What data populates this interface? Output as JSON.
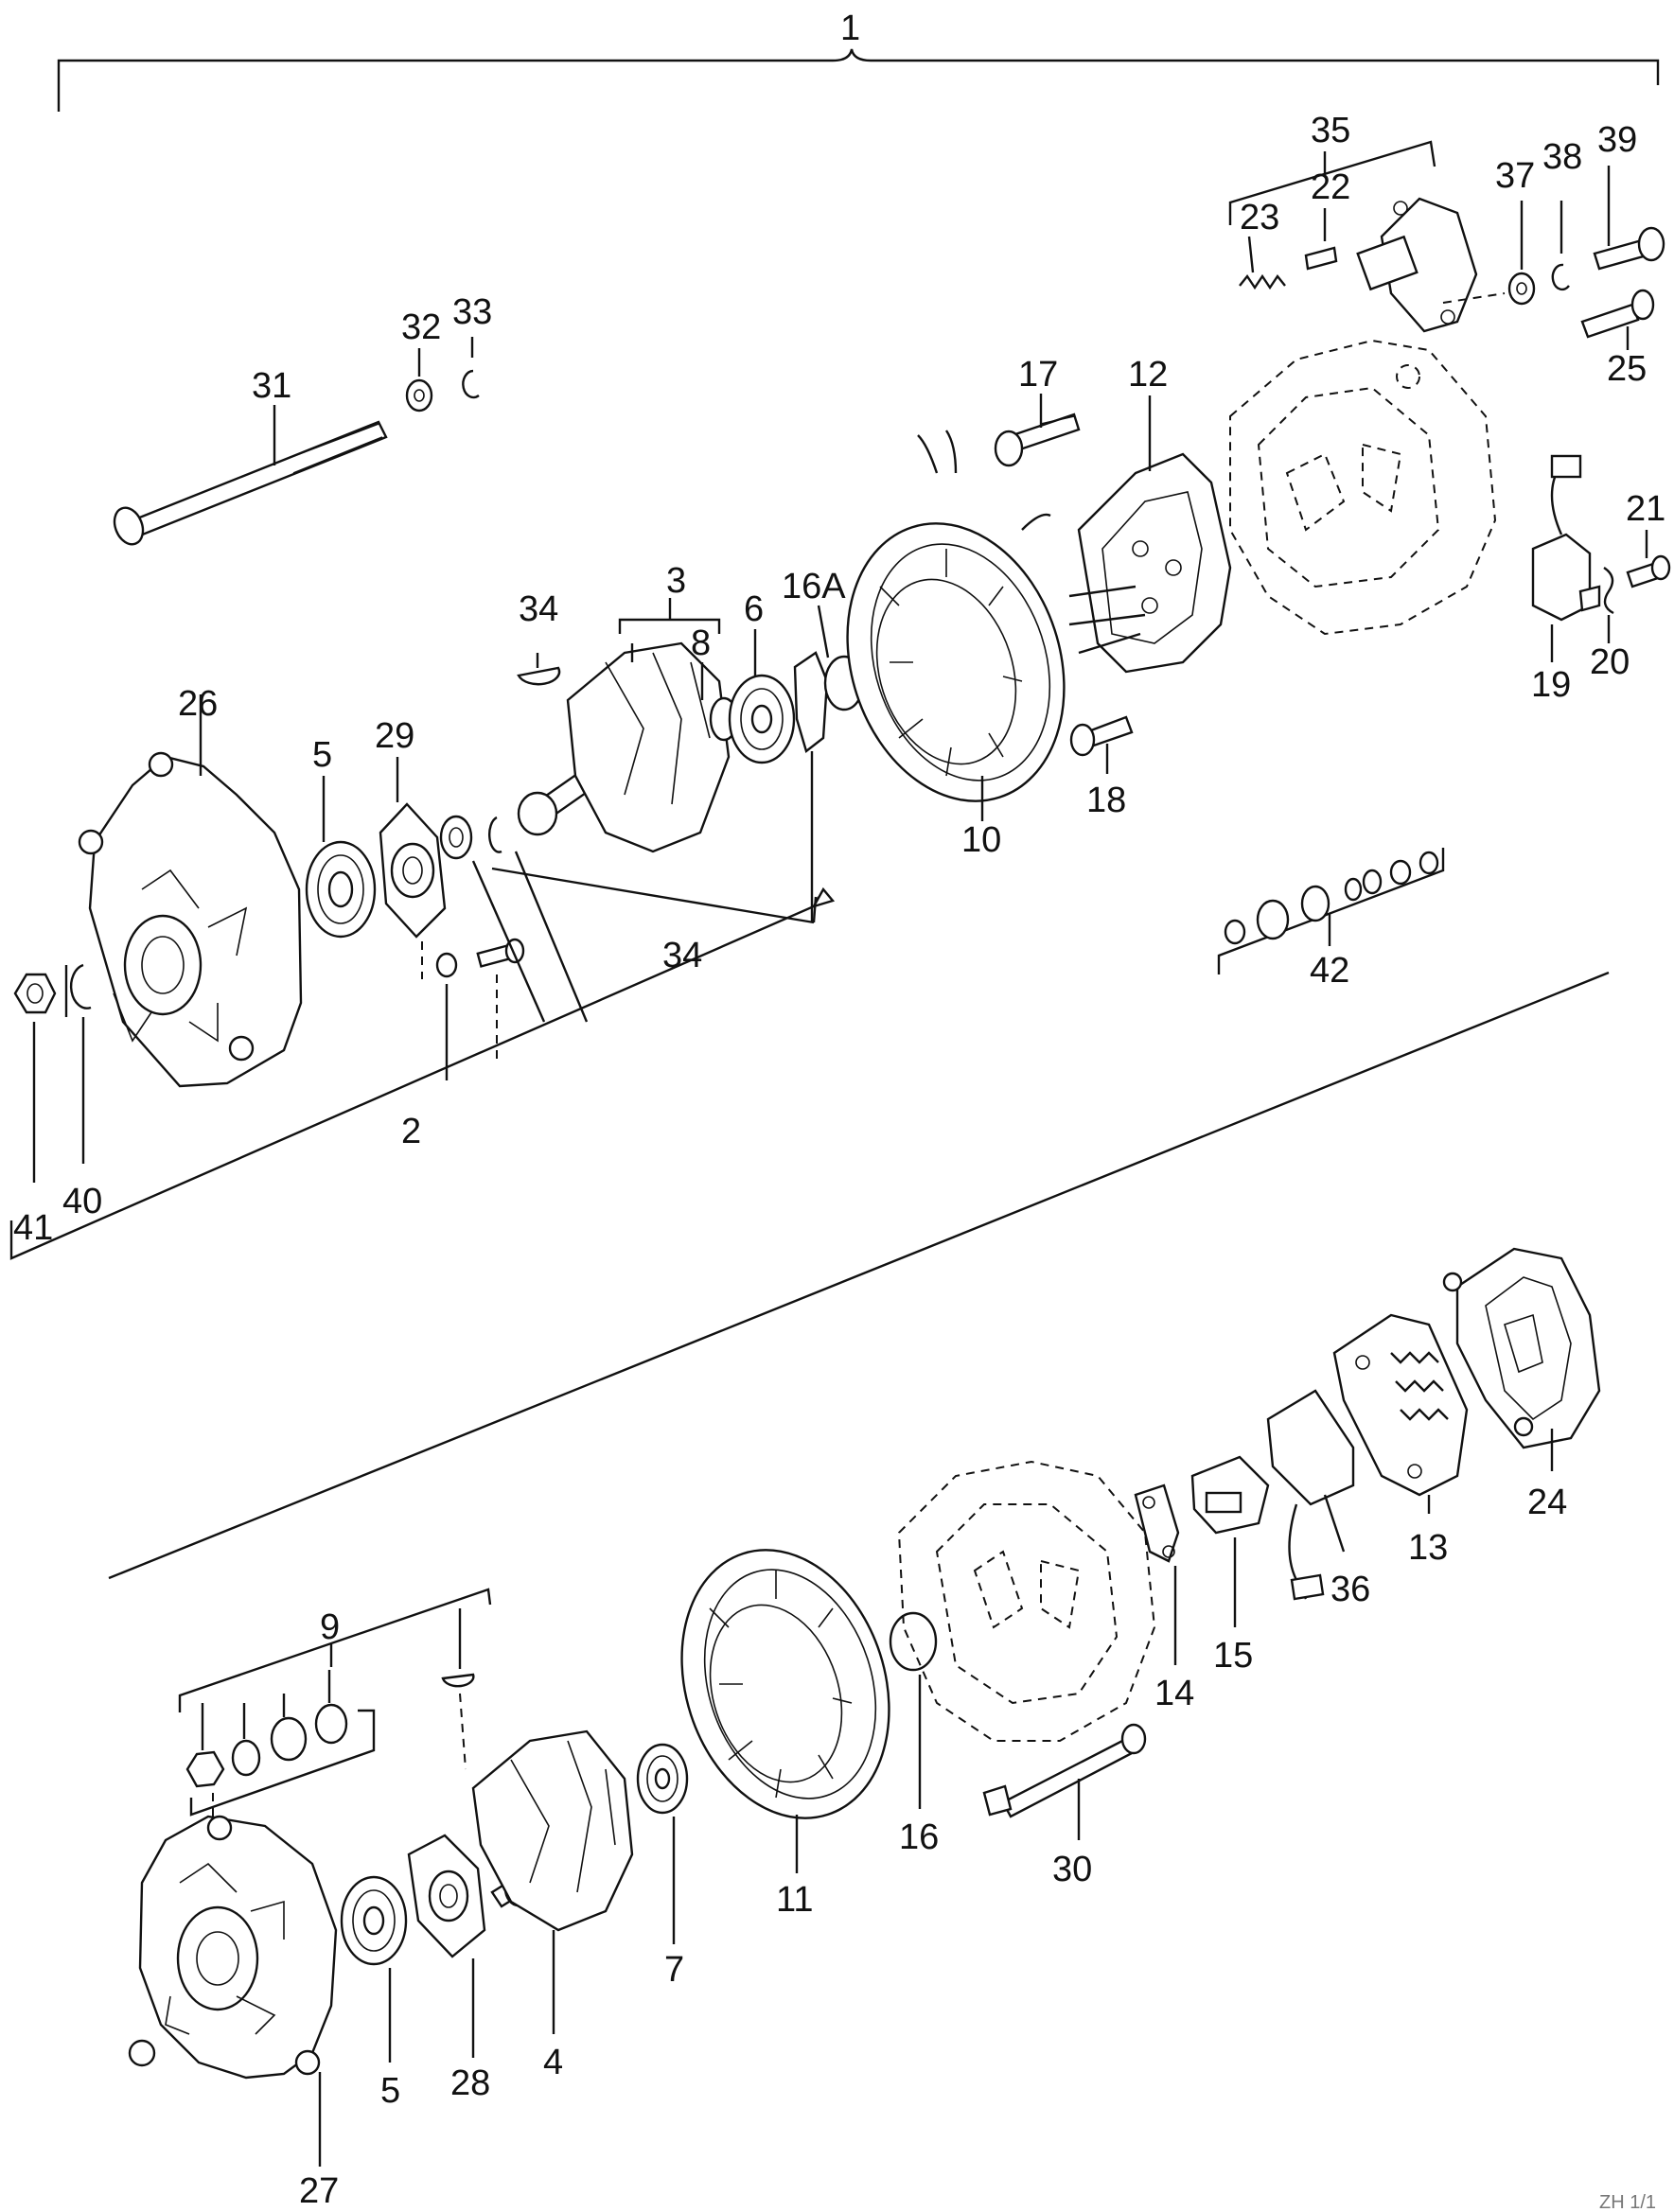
{
  "diagram": {
    "title_number": "1",
    "labels": {
      "l1": "1",
      "l2": "2",
      "l3": "3",
      "l4": "4",
      "l5a": "5",
      "l5b": "5",
      "l6": "6",
      "l7": "7",
      "l8": "8",
      "l9": "9",
      "l10": "10",
      "l11": "11",
      "l12": "12",
      "l13": "13",
      "l14": "14",
      "l15": "15",
      "l16": "16",
      "l16a": "16A",
      "l17": "17",
      "l18": "18",
      "l19": "19",
      "l20": "20",
      "l21": "21",
      "l22": "22",
      "l23": "23",
      "l24": "24",
      "l25": "25",
      "l26": "26",
      "l27": "27",
      "l28": "28",
      "l29": "29",
      "l30": "30",
      "l31": "31",
      "l32": "32",
      "l33": "33",
      "l34a": "34",
      "l34b": "34",
      "l35": "35",
      "l36": "36",
      "l37": "37",
      "l38": "38",
      "l39": "39",
      "l40": "40",
      "l41": "41",
      "l42": "42"
    },
    "corner_code": "ZH 1/1"
  },
  "colors": {
    "ink": "#111111",
    "paper": "#ffffff"
  }
}
